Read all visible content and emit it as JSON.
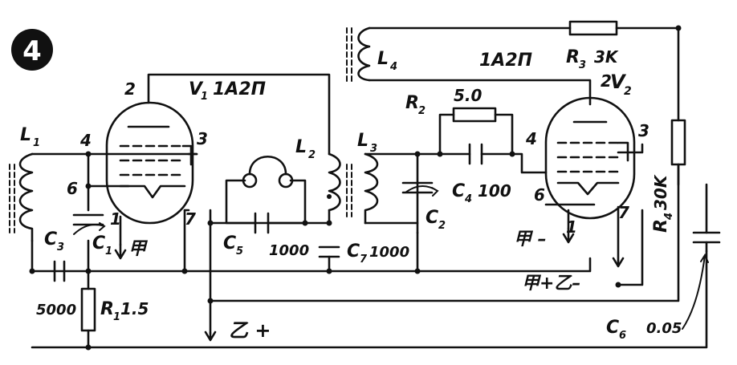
{
  "badge": {
    "text": "4"
  },
  "tube_v1": {
    "designator": "V",
    "index": "1",
    "type": "1А2П",
    "pins": [
      "2",
      "4",
      "3",
      "6",
      "1",
      "7"
    ]
  },
  "tube_v2": {
    "designator": "V",
    "index": "2",
    "type": "1А2П",
    "pins": [
      "2",
      "3",
      "4",
      "6",
      "1",
      "7"
    ]
  },
  "inductors": {
    "l1": {
      "designator": "L",
      "index": "1"
    },
    "l2": {
      "designator": "L",
      "index": "2"
    },
    "l3": {
      "designator": "L",
      "index": "3"
    },
    "l4": {
      "designator": "L",
      "index": "4"
    }
  },
  "resistors": {
    "r1": {
      "designator": "R",
      "index": "1",
      "value": "1.5"
    },
    "r2": {
      "designator": "R",
      "index": "2",
      "value": "5.0"
    },
    "r3": {
      "designator": "R",
      "index": "3",
      "value": "3K"
    },
    "r4": {
      "designator": "R",
      "index": "4",
      "value": "30K"
    }
  },
  "capacitors": {
    "c1": {
      "designator": "C",
      "index": "1"
    },
    "c2": {
      "designator": "C",
      "index": "2"
    },
    "c3": {
      "designator": "C",
      "index": "3",
      "value": "5000"
    },
    "c4": {
      "designator": "C",
      "index": "4",
      "value": "100"
    },
    "c5": {
      "designator": "C",
      "index": "5",
      "value": "1000"
    },
    "c6": {
      "designator": "C",
      "index": "6",
      "value": "0.05"
    },
    "c7": {
      "designator": "C",
      "index": "7",
      "value": "1000"
    }
  },
  "supply_labels": {
    "a_minus_v1": "甲",
    "a_minus_v2": "甲 –",
    "common": "甲+乙–",
    "b_plus": "乙 +"
  }
}
